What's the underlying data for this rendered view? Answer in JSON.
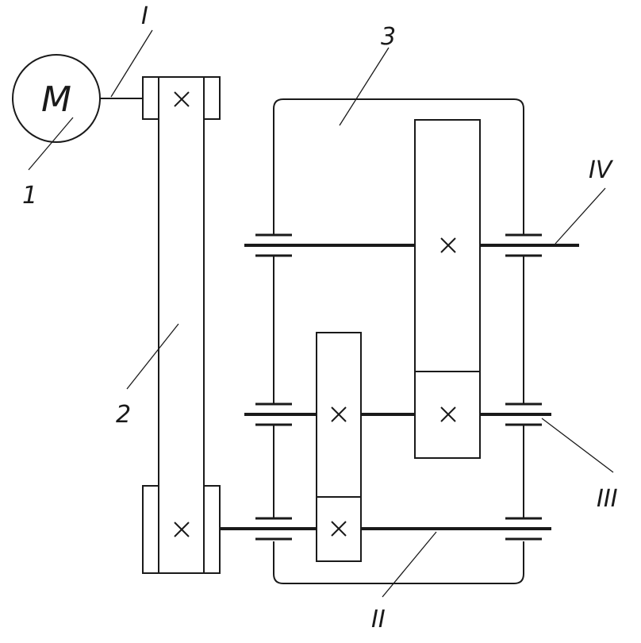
{
  "motor": {
    "symbol": "M"
  },
  "labels": {
    "motor": "1",
    "belt_drive": "2",
    "housing": "3",
    "shaft_I": "I",
    "shaft_II": "II",
    "shaft_III": "III",
    "shaft_IV": "IV"
  },
  "colors": {
    "line": "#1a1a1a",
    "background": "#ffffff"
  }
}
